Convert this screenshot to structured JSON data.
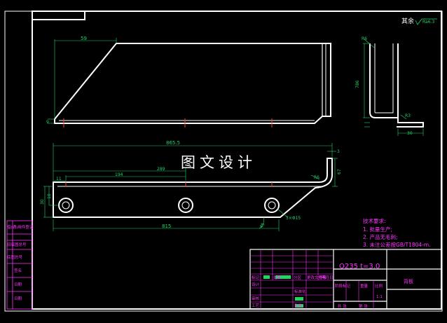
{
  "surface_finish": {
    "label": "其余",
    "value": "Ra6.3"
  },
  "watermark": "图文设计",
  "front_view": {
    "dim_top": "59",
    "dim_left": "9"
  },
  "top_view": {
    "dim_overall": "865.5",
    "dim_thickness": "3",
    "dim_289": "289",
    "dim_194": "194",
    "dim_11": "11",
    "dim_10": "10",
    "dim_30": "30",
    "dim_67": "67",
    "dim_radius": "R6",
    "dim_bottom": "815",
    "dim_angle": "45",
    "dim_holes": "3×Φ15"
  },
  "side_view": {
    "dim_radius": "R6",
    "dim_height": "786",
    "dim_r3": "R3",
    "dim_width": "30"
  },
  "tech_req": {
    "title": "技术要求:",
    "items": [
      "1. 批量生产;",
      "2. 产品无毛刺;",
      "3. 未注公差按GB/T1804-m."
    ]
  },
  "left_stamps": [
    "借(通)用件登记",
    "旧底图总号",
    "底图总号",
    "签名",
    "日期",
    "日期"
  ],
  "title_block": {
    "material": "Q235  t=3.0",
    "part_name": "背板",
    "row_labels": [
      "标记",
      "处数",
      "分区",
      "更改文件号",
      "签名",
      "年月日"
    ],
    "design": "设计",
    "check": "审核",
    "craft": "工艺",
    "standard": "标准化",
    "approve": "批准",
    "stage_mark": "阶段标记",
    "weight": "重量",
    "scale": "比例",
    "scale_value": "1:1",
    "sheet_total": "共  张",
    "sheet_no": "第  张"
  }
}
